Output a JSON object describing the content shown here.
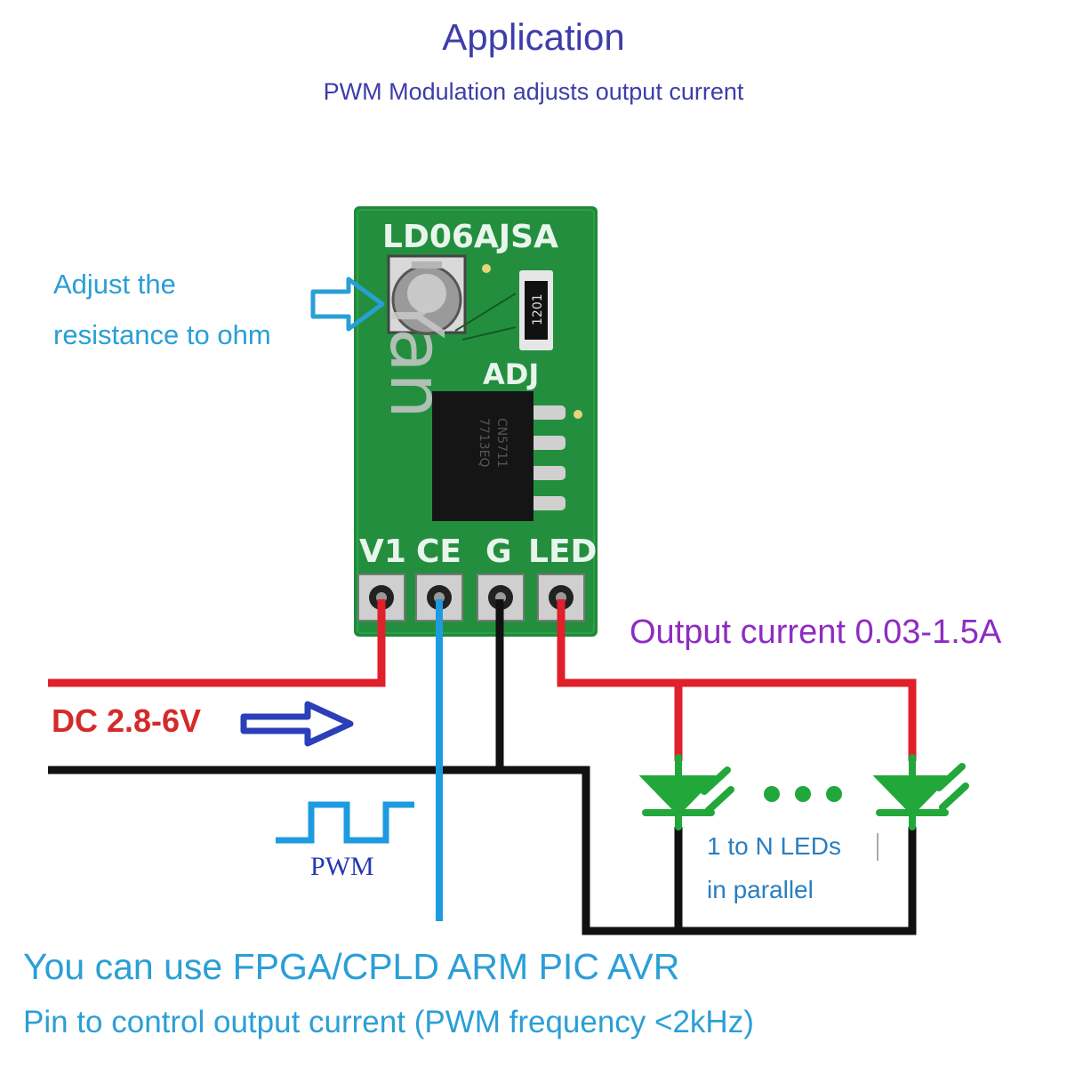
{
  "header": {
    "title": "Application",
    "subtitle": "PWM Modulation adjusts output current"
  },
  "board": {
    "model": "LD06AJSA",
    "adj_label": "ADJ",
    "resistor_code": "1201",
    "chip_text_1": "CN5711",
    "chip_text_2": "7713EQ",
    "watermark": "Yan",
    "pins": [
      "V1",
      "CE",
      "G",
      "LED"
    ]
  },
  "annotations": {
    "adjust_line1": "Adjust the",
    "adjust_line2": "resistance to ohm",
    "output_current": "Output current 0.03-1.5A",
    "dc_input": "DC 2.8-6V",
    "pwm": "PWM",
    "leds_line1": "1 to N LEDs",
    "leds_line2": "in parallel"
  },
  "footer": {
    "line1": "You can use FPGA/CPLD ARM PIC AVR",
    "line2": "Pin to control output current (PWM frequency <2kHz)"
  },
  "colors": {
    "positive_wire": "#e0202a",
    "ground_wire": "#111111",
    "pwm_wire": "#1e9be0",
    "led": "#22a83a",
    "board": "#1f8a3a",
    "arrow": "#2a3fb8"
  }
}
